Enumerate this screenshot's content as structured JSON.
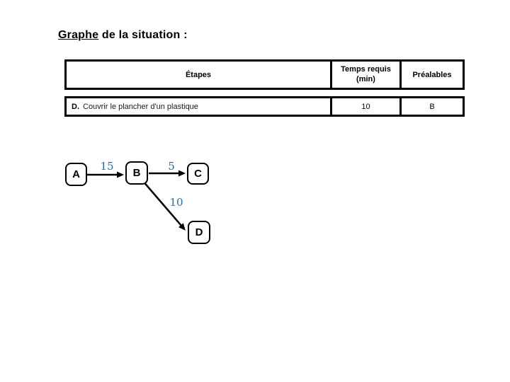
{
  "title": {
    "underlined": "Graphe",
    "rest": " de la situation :"
  },
  "table": {
    "header": {
      "etapes": "Étapes",
      "temps_line1": "Temps requis",
      "temps_line2": "(min)",
      "prealables": "Préalables"
    },
    "row": {
      "letter": "D.",
      "description": "Couvrir le plancher d'un plastique",
      "temps": "10",
      "prealable": "B"
    }
  },
  "diagram": {
    "accent_color": "#2E6DA8",
    "node_border_color": "#000000",
    "nodes": [
      {
        "id": "A",
        "label": "A"
      },
      {
        "id": "B",
        "label": "B"
      },
      {
        "id": "C",
        "label": "C"
      },
      {
        "id": "D",
        "label": "D"
      }
    ],
    "edges": [
      {
        "from": "A",
        "to": "B",
        "weight": "15"
      },
      {
        "from": "B",
        "to": "C",
        "weight": "5"
      },
      {
        "from": "B",
        "to": "D",
        "weight": "10"
      }
    ]
  }
}
